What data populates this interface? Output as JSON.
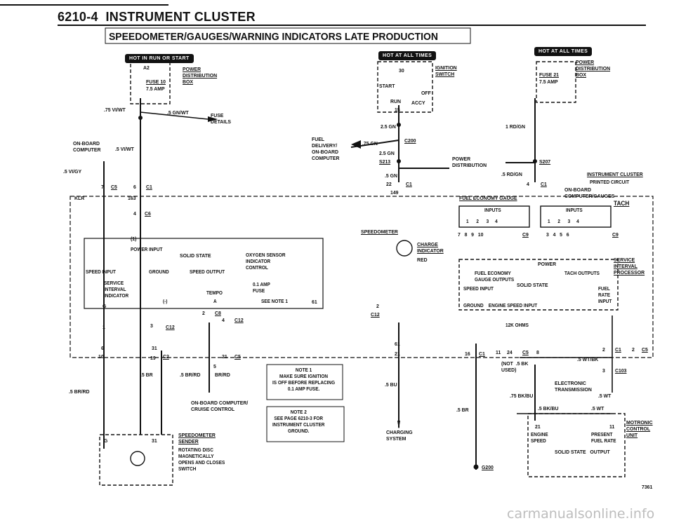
{
  "header": {
    "page_number": "6210-4",
    "section": "INSTRUMENT CLUSTER",
    "subtitle": "SPEEDOMETER/GAUGES/WARNING INDICATORS   LATE PRODUCTION"
  },
  "power_badges": [
    {
      "text": "HOT IN RUN OR START"
    },
    {
      "text": "HOT AT ALL TIMES"
    },
    {
      "text": "HOT AT ALL TIMES"
    }
  ],
  "labels": {
    "a2": "A2",
    "fuse10": "FUSE 10",
    "fuse10_rating": "7.5 AMP",
    "pdb_left": "POWER\nDISTRIBUTION\nBOX",
    "w_75vi_wt": ".75 VI/WT",
    "w_5gn_wt": ".5 GN/WT",
    "fuse_details": "FUSE\nDETAILS",
    "onboard_computer_left": "ON-BOARD\nCOMPUTER",
    "w_5vi_wt": ".5 VI/WT",
    "w_5vi_gy": ".5 VI/GY",
    "c5_left": "C5",
    "pin7": "7",
    "pin6": "6",
    "c1_left": "C1",
    "klr": "KLR",
    "pin163": "163",
    "pin4_c6": "4",
    "c6": "C6",
    "pin11": "(1)",
    "power_input": "POWER INPUT",
    "solid_state_left": "SOLID STATE",
    "oxygen_sensor": "OXYGEN SENSOR\nINDICATOR\nCONTROL",
    "speed_input_left": "SPEED INPUT",
    "ground_left": "GROUND",
    "speed_output": "SPEED OUTPUT",
    "service_interval_ind": "SERVICE\nINTERVAL\nINDICATOR",
    "minus_sign": "(-)",
    "tempo": "TEMPO",
    "tempo_a": "A",
    "fuse_01": "0.1 AMP\nFUSE",
    "see_note1": "SEE NOTE 1",
    "pin_g": "G",
    "pin61_mid": "61",
    "pin2_c8": "2",
    "c8": "C8",
    "pin4_c12": "4",
    "c12a": "C12",
    "pin3_c12": "3",
    "c12b": "C12",
    "pin1": "1",
    "pin6b": "6",
    "pin31": "31",
    "pin10": "10",
    "pin19": "19",
    "c2": "C2",
    "pin21_c5": "21",
    "c5_mid": "C5",
    "w_5br": ".5 BR",
    "w_5br_rd_mid": ".5 BR/RD",
    "br_rd_short": "BR/RD",
    "pin5": "5",
    "w_5br_rd_left": ".5 BR/RD",
    "onboard_cruise": "ON-BOARD COMPUTER/\nCRUISE CONTROL",
    "note1": "NOTE 1\nMAKE SURE IGNITION\nIS OFF BEFORE REPLACING\n0.1 AMP FUSE.",
    "note2": "NOTE 2\nSEE PAGE 6210-3 FOR\nINSTRUMENT CLUSTER\nGROUND.",
    "speedometer_sender": "SPEEDOMETER\nSENDER",
    "sender_desc": "ROTATING DISC\nMAGNETICALLY\nOPENS AND CLOSES\nSWITCH",
    "pin_g2": "G",
    "pin31b": "31",
    "pin30": "30",
    "start": "START",
    "off": "OFF",
    "run": "RUN",
    "accy": "ACCY",
    "pin15": "15",
    "ignition_switch": "IGNITION\nSWITCH",
    "w_25gn": "2.5 GN",
    "w_1rd_gn": "1 RD/GN",
    "fuel_delivery": "FUEL\nDELIVERY/\nON-BOARD\nCOMPUTER",
    "w_75gn": ".75 GN",
    "c200": "C200",
    "w_25gn_b": "2.5 GN",
    "s213": "S213",
    "power_distribution": "POWER\nDISTRIBUTION",
    "s207": "S207",
    "w_5gn": ".5 GN",
    "pin22": "22",
    "c1_mid": "C1",
    "w_5rd_gn": ".5 RD/GN",
    "pin4_c1": "4",
    "c1_right": "C1",
    "pin149": "149",
    "instrument_cluster_pc": "INSTRUMENT CLUSTER",
    "printed_circuit": "PRINTED CIRCUIT",
    "onboard_computer_gauges": "ON-BOARD\nCOMPUTER/GAUGES",
    "tach": "TACH",
    "fuel_economy_gauge": "FUEL ECONOMY GAUGE",
    "inputs_a": "INPUTS",
    "inputs_b": "INPUTS",
    "in_1234_a": "1      2      3     4",
    "in_1234_b": "1      2      3     4",
    "speedometer": "SPEEDOMETER",
    "charge_indicator": "CHARGE\nINDICATOR",
    "red": "RED",
    "pins_c9_a": "7   8   9   10",
    "c9a": "C9",
    "pins_c9_b": "3   4   5   6",
    "c9b": "C9",
    "power_right": "POWER",
    "service_interval_proc": "SERVICE\nINTERVAL\nPROCESSOR",
    "fuel_economy_outputs": "FUEL ECONOMY\nGAUGE OUTPUTS",
    "tach_outputs": "TACH OUTPUTS",
    "speed_input_right": "SPEED INPUT",
    "solid_state_right": "SOLID STATE",
    "fuel_rate_input": "FUEL\nRATE\nINPUT",
    "ground_engine": "GROUND    ENGINE SPEED INPUT",
    "pin2_c12": "2",
    "c12c": "C12",
    "k12_ohms": "12K OHMS",
    "pin61b": "61",
    "pin21b": "21",
    "pin16": "16",
    "c1_b": "C1",
    "pin11b": "11",
    "pin24": "24",
    "c5_b": "C5",
    "pin8": "8",
    "pin2_c1": "2",
    "c1_c": "C1",
    "pin2_c5": "2",
    "c5_c": "C5",
    "w_5wt_bk": ".5 WT/BK",
    "not_used": "(NOT  .5 BK\nUSED)",
    "pin3_c103": "3",
    "c103": "C103",
    "w_5bu": ".5 BU",
    "charging_system": "CHARGING\nSYSTEM",
    "w_5br_b": ".5 BR",
    "w_75bk_bu": ".75 BK/BU",
    "electronic_transmission": "ELECTRONIC\nTRANSMISSION",
    "w_5wt": ".5 WT",
    "w_5bk_bu": ".5 BK/BU",
    "w_5wt_b": ".5 WT",
    "pin21c": "21",
    "pin11c": "11",
    "engine_speed": "ENGINE\nSPEED",
    "present_fuel_rate": "PRESENT\nFUEL RATE",
    "solid_state_out": "SOLID STATE   OUTPUT",
    "motronic_control": "MOTRONIC\nCONTROL\nUNIT",
    "g200": "G200",
    "pdb_right": "POWER\nDISTRIBUTION\nBOX",
    "fuse21": "FUSE 21",
    "fuse21_rating": "7.5 AMP",
    "fig_number": "7361"
  },
  "watermark": "carmanualsonline.info"
}
